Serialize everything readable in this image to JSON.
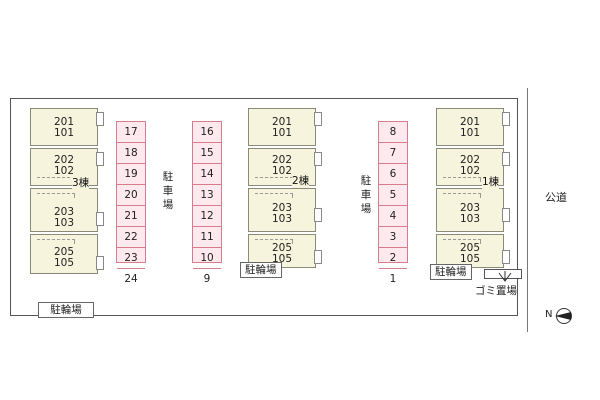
{
  "road": {
    "label": "公道"
  },
  "buildings": [
    {
      "id": "building-3",
      "name": "3棟",
      "units": [
        "201\n101",
        "202\n102",
        "203\n103",
        "205\n105"
      ]
    },
    {
      "id": "building-2",
      "name": "2棟",
      "units": [
        "201\n101",
        "202\n102",
        "203\n103",
        "205\n105"
      ]
    },
    {
      "id": "building-1",
      "name": "1棟",
      "units": [
        "201\n101",
        "202\n102",
        "203\n103",
        "205\n105"
      ]
    }
  ],
  "parking": {
    "label": "駐車場",
    "columns": [
      [
        "17",
        "18",
        "19",
        "20",
        "21",
        "22",
        "23",
        "24"
      ],
      [
        "16",
        "15",
        "14",
        "13",
        "12",
        "11",
        "10",
        "9"
      ],
      [
        "8",
        "7",
        "6",
        "5",
        "4",
        "3",
        "2",
        "1"
      ]
    ]
  },
  "bike_parking": {
    "label": "駐輪場"
  },
  "garbage": {
    "label": "ゴミ置場"
  },
  "compass": {
    "label": "N"
  }
}
